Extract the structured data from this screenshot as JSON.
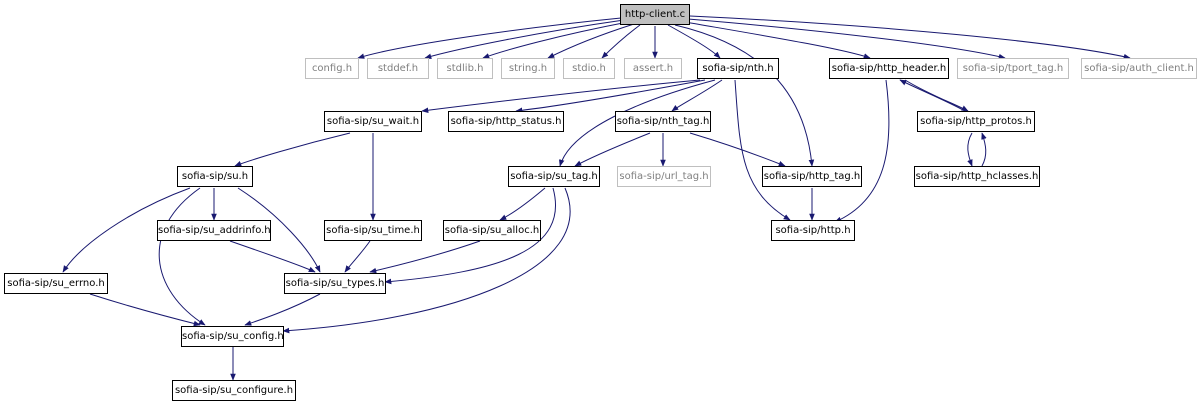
{
  "colors": {
    "edge": "#191970",
    "node_border": "#000000",
    "external_border": "#bfbfbf",
    "external_text": "#7f7f7f",
    "root_fill": "#bfbfbf"
  },
  "nodes": {
    "http_client_c": "http-client.c",
    "config_h": "config.h",
    "stddef_h": "stddef.h",
    "stdlib_h": "stdlib.h",
    "string_h": "string.h",
    "stdio_h": "stdio.h",
    "assert_h": "assert.h",
    "nth_h": "sofia-sip/nth.h",
    "http_header_h": "sofia-sip/http_header.h",
    "tport_tag_h": "sofia-sip/tport_tag.h",
    "auth_client_h": "sofia-sip/auth_client.h",
    "su_wait_h": "sofia-sip/su_wait.h",
    "http_status_h": "sofia-sip/http_status.h",
    "nth_tag_h": "sofia-sip/nth_tag.h",
    "http_protos_h": "sofia-sip/http_protos.h",
    "su_h": "sofia-sip/su.h",
    "su_tag_h": "sofia-sip/su_tag.h",
    "url_tag_h": "sofia-sip/url_tag.h",
    "http_tag_h": "sofia-sip/http_tag.h",
    "http_hclasses_h": "sofia-sip/http_hclasses.h",
    "su_addrinfo_h": "sofia-sip/su_addrinfo.h",
    "su_time_h": "sofia-sip/su_time.h",
    "su_alloc_h": "sofia-sip/su_alloc.h",
    "http_h": "sofia-sip/http.h",
    "su_errno_h": "sofia-sip/su_errno.h",
    "su_types_h": "sofia-sip/su_types.h",
    "su_config_h": "sofia-sip/su_config.h",
    "su_configure_h": "sofia-sip/su_configure.h"
  }
}
